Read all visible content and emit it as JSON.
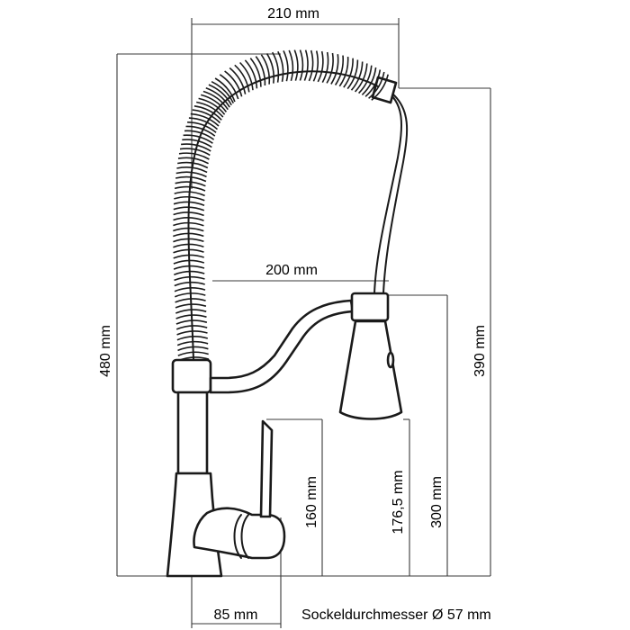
{
  "dimensions": {
    "top_width": "210 mm",
    "spout_reach": "200 mm",
    "total_height": "480 mm",
    "spout_height": "390 mm",
    "height_300": "300 mm",
    "height_176": "176,5 mm",
    "height_160": "160 mm",
    "lever_offset": "85 mm"
  },
  "caption": "Sockeldurchmesser Ø 57 mm",
  "colors": {
    "line": "#1a1a1a",
    "dimension_line": "#3a3a3a",
    "background": "#ffffff"
  }
}
